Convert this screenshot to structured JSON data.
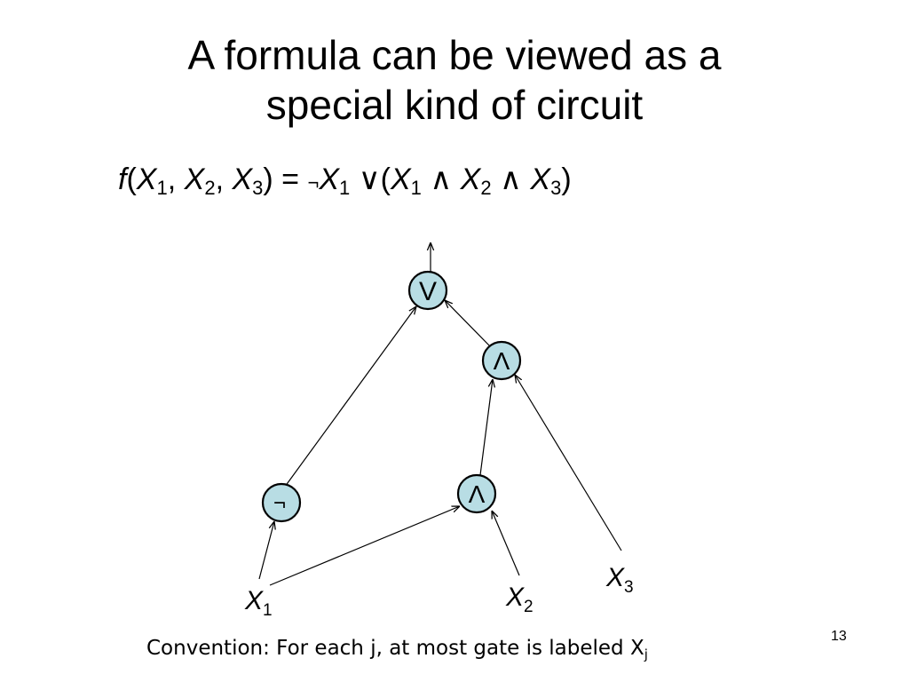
{
  "title": {
    "line1": "A formula can be viewed as a",
    "line2": "special kind of circuit"
  },
  "formula": {
    "f": "f",
    "open": "(",
    "x": "X",
    "sub1": "1",
    "sub2": "2",
    "sub3": "3",
    "comma": ", ",
    "close": ")",
    "equals": " = ",
    "neg": "¬",
    "or": " ∨(",
    "and": " ∧ "
  },
  "diagram": {
    "gates": {
      "or": "V",
      "and_top": "Λ",
      "and_mid": "Λ",
      "not": "¬"
    },
    "inputs": {
      "x1": {
        "var": "X",
        "sub": "1"
      },
      "x2": {
        "var": "X",
        "sub": "2"
      },
      "x3": {
        "var": "X",
        "sub": "3"
      }
    },
    "node_fill": "#b8dde4",
    "node_stroke": "#000000"
  },
  "footer": {
    "text": "Convention: For each j, at most gate is labeled  X",
    "sub": "j"
  },
  "page_number": "13"
}
